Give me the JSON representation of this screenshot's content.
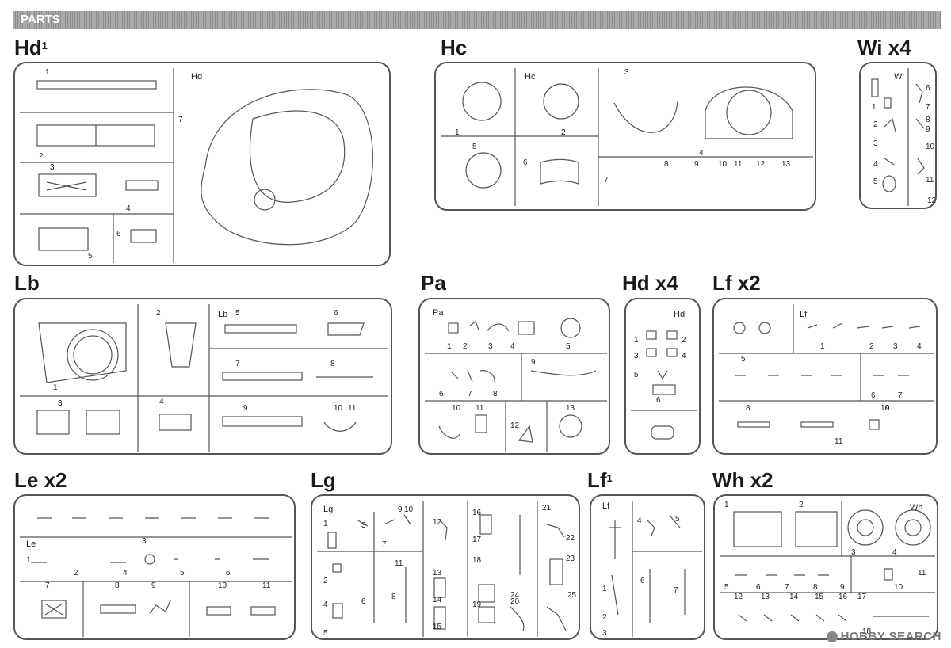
{
  "header": {
    "title": "PARTS"
  },
  "sprues": {
    "hd1": {
      "title": "Hd",
      "sup": "1",
      "tag": "Hd",
      "numbers": [
        "1",
        "2",
        "3",
        "4",
        "5",
        "6",
        "7"
      ]
    },
    "hc": {
      "title": "Hc",
      "tag": "Hc",
      "numbers": [
        "1",
        "2",
        "3",
        "4",
        "5",
        "6",
        "7",
        "8",
        "9",
        "10",
        "11",
        "12",
        "13"
      ]
    },
    "wi": {
      "title": "Wi x4",
      "tag": "Wi",
      "numbers": [
        "1",
        "2",
        "3",
        "4",
        "5",
        "6",
        "7",
        "8",
        "9",
        "10",
        "11",
        "12"
      ]
    },
    "lb": {
      "title": "Lb",
      "tag": "Lb",
      "numbers": [
        "1",
        "2",
        "3",
        "4",
        "5",
        "6",
        "7",
        "8",
        "9",
        "10",
        "11"
      ]
    },
    "pa": {
      "title": "Pa",
      "tag": "Pa",
      "numbers": [
        "1",
        "2",
        "3",
        "4",
        "5",
        "6",
        "7",
        "8",
        "9",
        "10",
        "11",
        "12",
        "13"
      ]
    },
    "hd": {
      "title": "Hd x4",
      "tag": "Hd",
      "numbers": [
        "1",
        "2",
        "3",
        "4",
        "5",
        "6"
      ]
    },
    "lf": {
      "title": "Lf x2",
      "tag": "Lf",
      "numbers": [
        "1",
        "2",
        "3",
        "4",
        "5",
        "6",
        "7",
        "8",
        "9",
        "10",
        "11"
      ]
    },
    "le": {
      "title": "Le x2",
      "tag": "Le",
      "numbers": [
        "1",
        "2",
        "3",
        "4",
        "5",
        "6",
        "7",
        "8",
        "9",
        "10",
        "11"
      ]
    },
    "lg": {
      "title": "Lg",
      "tag": "Lg",
      "numbers": [
        "1",
        "2",
        "3",
        "4",
        "5",
        "6",
        "7",
        "8",
        "9",
        "10",
        "11",
        "12",
        "13",
        "14",
        "15",
        "16",
        "17",
        "18",
        "19",
        "20",
        "21",
        "22",
        "23",
        "24",
        "25"
      ]
    },
    "lf1": {
      "title": "Lf",
      "sup": "1",
      "tag": "Lf",
      "numbers": [
        "1",
        "2",
        "3",
        "4",
        "5",
        "6",
        "7"
      ]
    },
    "wh": {
      "title": "Wh x2",
      "tag": "Wh",
      "numbers": [
        "1",
        "2",
        "3",
        "4",
        "5",
        "6",
        "7",
        "8",
        "9",
        "10",
        "11",
        "12",
        "13",
        "14",
        "15",
        "16",
        "17",
        "18"
      ]
    }
  },
  "watermark": {
    "text": "HOBBY SEARCH"
  }
}
